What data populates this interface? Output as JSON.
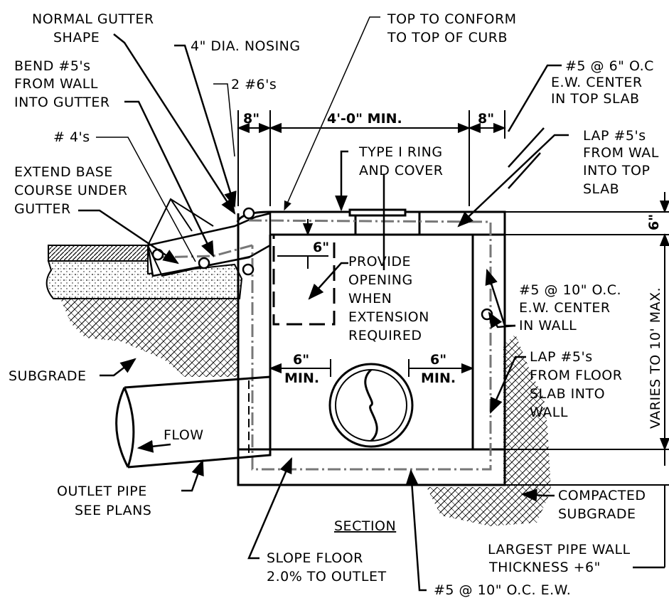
{
  "labels": {
    "normal_gutter_1": "NORMAL GUTTER",
    "normal_gutter_2": "SHAPE",
    "nosing": "4\" DIA. NOSING",
    "top_conform_1": "TOP TO CONFORM",
    "top_conform_2": "TO TOP OF CURB",
    "bend_1": "BEND #5's",
    "bend_2": "FROM WALL",
    "bend_3": "INTO GUTTER",
    "two_6s": "2 #6's",
    "top_slab_1": "#5 @ 6\" O.C",
    "top_slab_2": "E.W. CENTER",
    "top_slab_3": "IN TOP SLAB",
    "four_s": "# 4's",
    "lap_top_1": "LAP #5's",
    "lap_top_2": "FROM WAL",
    "lap_top_3": "INTO TOP",
    "lap_top_4": "SLAB",
    "ring_1": "TYPE I RING",
    "ring_2": "AND COVER",
    "extend_1": "EXTEND BASE",
    "extend_2": "COURSE UNDER",
    "extend_3": "GUTTER",
    "provide_1": "PROVIDE",
    "provide_2": "OPENING",
    "provide_3": "WHEN",
    "provide_4": "EXTENSION",
    "provide_5": "REQUIRED",
    "wall_bar_1": "#5 @ 10\" O.C.",
    "wall_bar_2": "E.W. CENTER",
    "wall_bar_3": "IN WALL",
    "subgrade": "SUBGRADE",
    "lap_floor_1": "LAP #5's",
    "lap_floor_2": "FROM FLOOR",
    "lap_floor_3": "SLAB INTO",
    "lap_floor_4": "WALL",
    "flow": "FLOW",
    "outlet_1": "OUTLET PIPE",
    "outlet_2": "SEE PLANS",
    "compacted_1": "COMPACTED",
    "compacted_2": "SUBGRADE",
    "section": "SECTION",
    "largest_1": "LARGEST PIPE WALL",
    "largest_2": "THICKNESS +6\"",
    "slope_1": "SLOPE FLOOR",
    "slope_2": "2.0% TO OUTLET",
    "floor_bar": "#5 @ 10\" O.C. E.W."
  },
  "dimensions": {
    "wall_left": "8\"",
    "clear_width": "4'-0\" MIN.",
    "wall_right": "8\"",
    "slab_thickness": "6\"",
    "top_slab_right": "6\"",
    "depth": "VARIES TO 10' MAX.",
    "clear_left": "6\"",
    "clear_left_min": "MIN.",
    "clear_right": "6\"",
    "clear_right_min": "MIN."
  }
}
